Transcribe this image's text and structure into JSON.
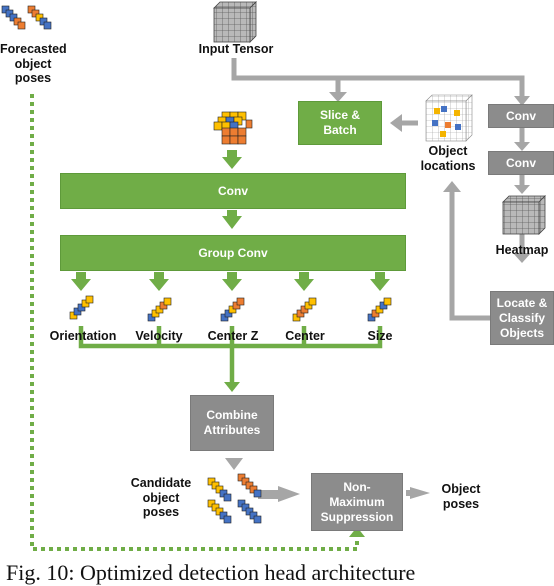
{
  "boxes": {
    "slice_batch": "Slice &\nBatch",
    "conv": "Conv",
    "group_conv": "Group Conv",
    "conv_right_1": "Conv",
    "conv_right_2": "Conv",
    "locate_classify": "Locate &\nClassify\nObjects",
    "combine": "Combine\nAttributes",
    "nms": "Non-\nMaximum\nSuppression"
  },
  "labels": {
    "input_tensor": "Input Tensor",
    "forecasted": "Forecasted\nobject\nposes",
    "object_locations": "Object\nlocations",
    "heatmap": "Heatmap",
    "orientation": "Orientation",
    "velocity": "Velocity",
    "center_z": "Center Z",
    "center": "Center",
    "size": "Size",
    "candidate": "Candidate\nobject\nposes",
    "object_poses": "Object\nposes"
  },
  "caption": "Fig. 10: Optimized detection head architecture",
  "colors": {
    "green": "#70ad47",
    "gray": "#8c8c8c",
    "arrow_gray": "#a6a6a6",
    "cube_orange": "#ed7d31",
    "cube_yellow": "#ffc000",
    "cube_blue": "#4472c4"
  }
}
